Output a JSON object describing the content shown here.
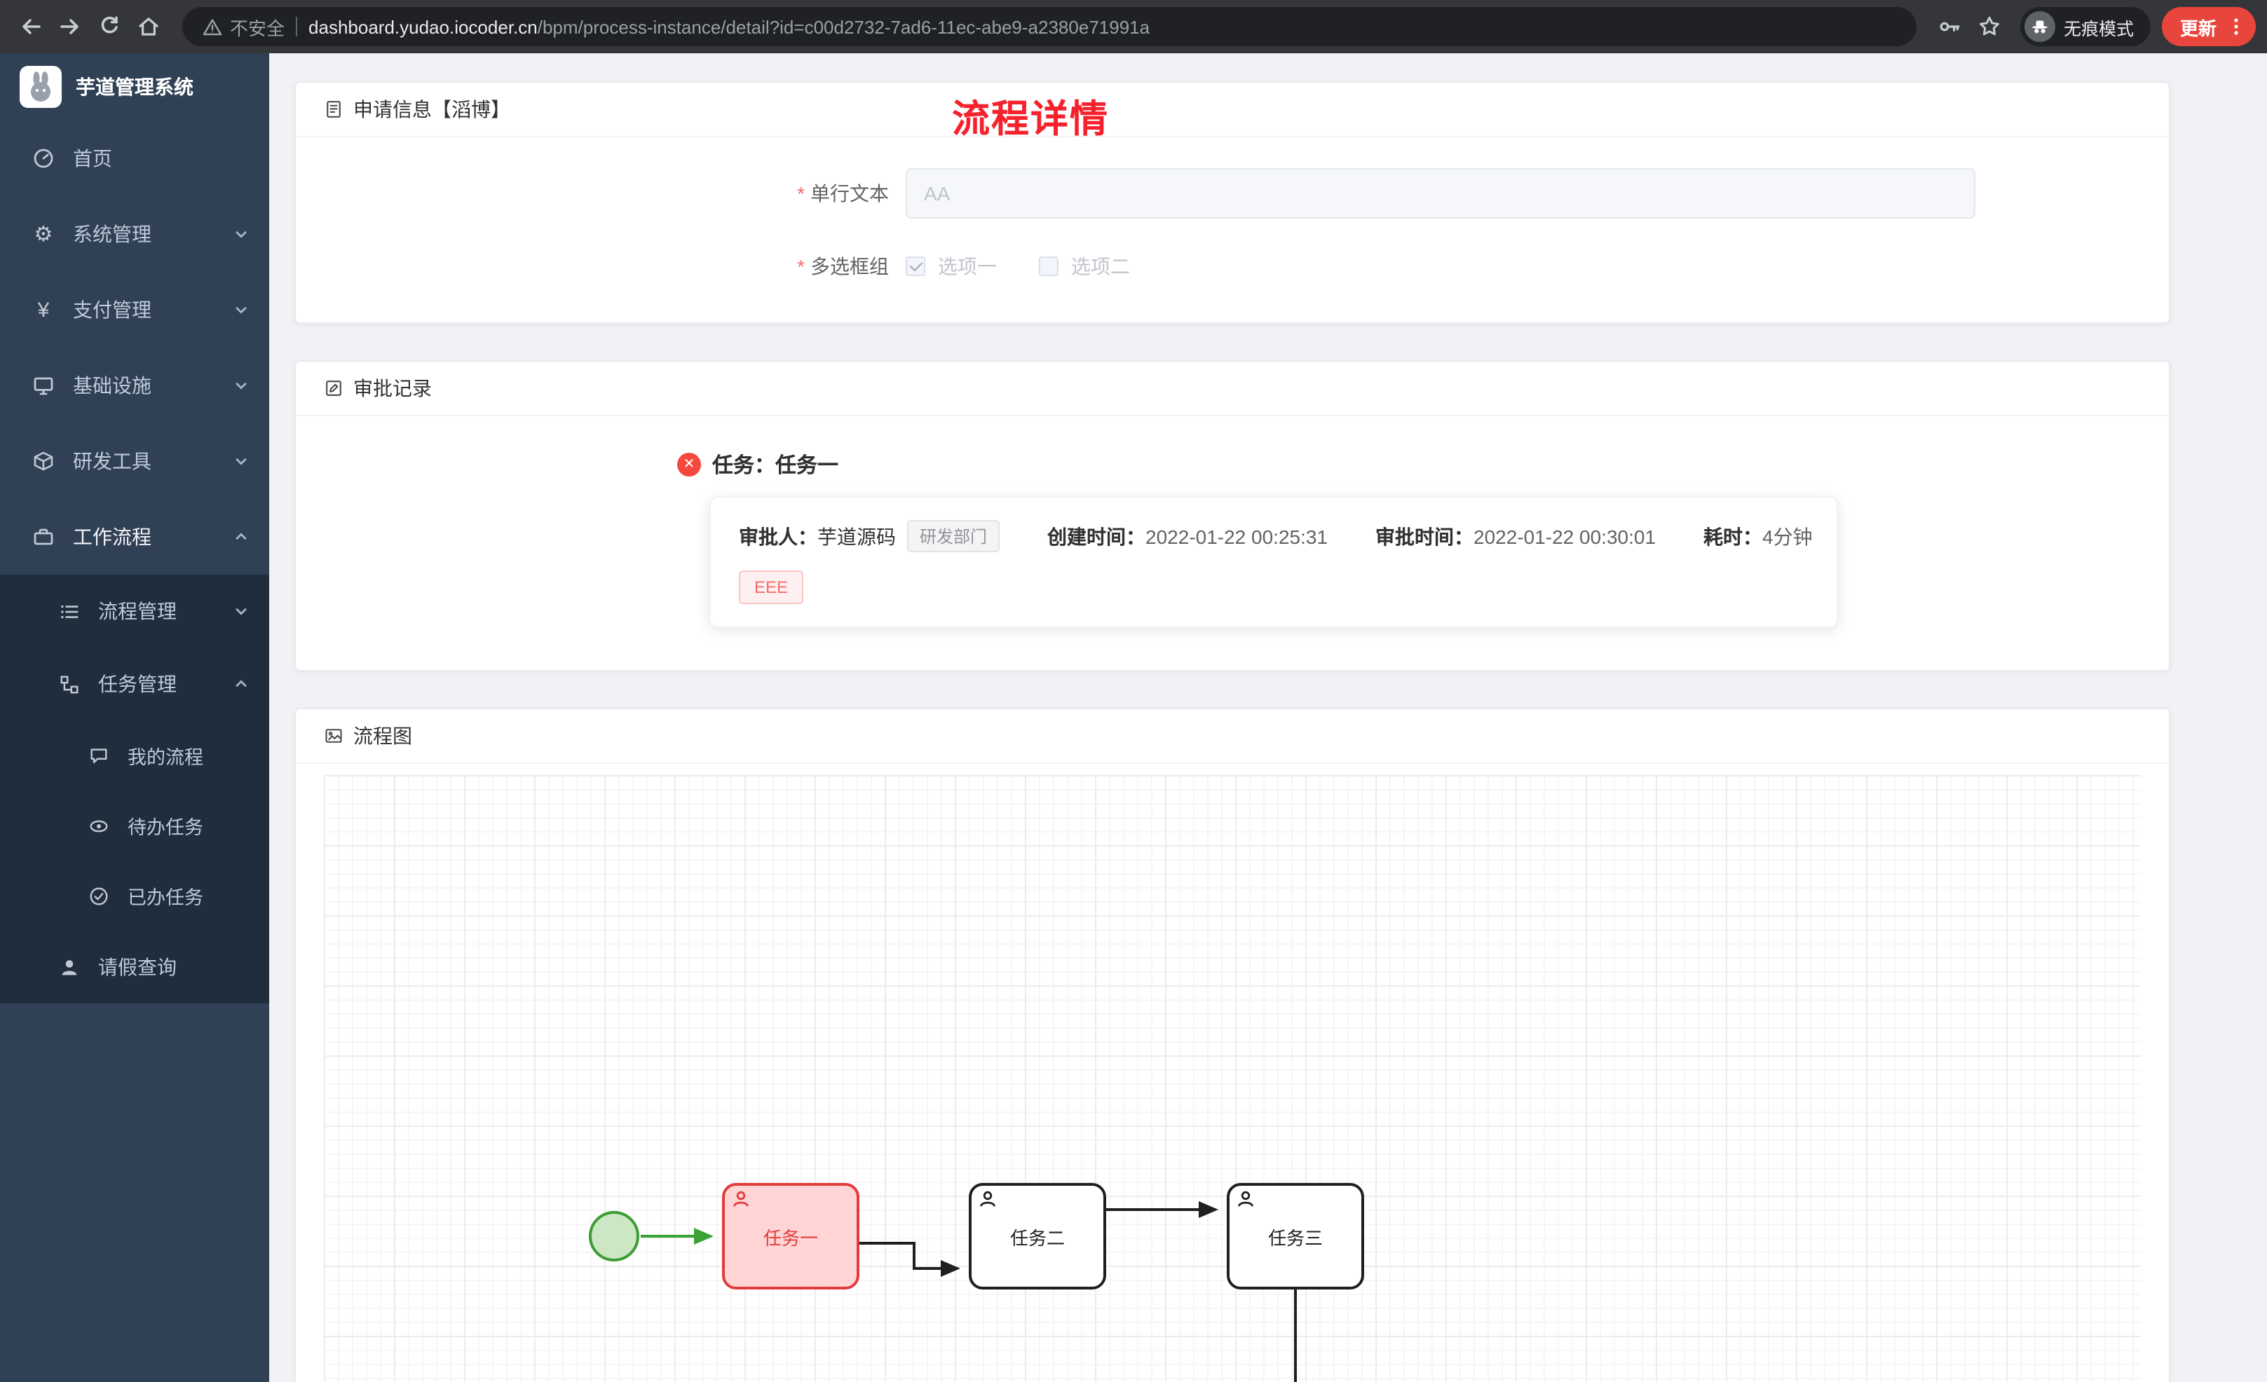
{
  "colors": {
    "title_red": "#f5222d",
    "sidebar_bg": "#304156",
    "submenu_bg": "#1f2d3d",
    "update_btn": "#e8453c"
  },
  "browser": {
    "security_label": "不安全",
    "url_domain": "dashboard.yudao.iocoder.cn",
    "url_path": "/bpm/process-instance/detail?id=c00d2732-7ad6-11ec-abe9-a2380e71991a",
    "incognito_label": "无痕模式",
    "update_label": "更新"
  },
  "sidebar": {
    "app_title": "芋道管理系统",
    "items": [
      {
        "label": "首页"
      },
      {
        "label": "系统管理"
      },
      {
        "label": "支付管理"
      },
      {
        "label": "基础设施"
      },
      {
        "label": "研发工具"
      },
      {
        "label": "工作流程"
      }
    ],
    "submenu": [
      {
        "label": "流程管理"
      },
      {
        "label": "任务管理"
      },
      {
        "label": "我的流程"
      },
      {
        "label": "待办任务"
      },
      {
        "label": "已办任务"
      },
      {
        "label": "请假查询"
      }
    ]
  },
  "page": {
    "title": "流程详情"
  },
  "apply_card": {
    "title": "申请信息【滔博】",
    "text_field": {
      "label": "单行文本",
      "value": "AA"
    },
    "checkbox_field": {
      "label": "多选框组",
      "options": [
        {
          "label": "选项一",
          "checked": true
        },
        {
          "label": "选项二",
          "checked": false
        }
      ]
    }
  },
  "approval_card": {
    "title": "审批记录",
    "task_title": "任务：任务一",
    "record": {
      "approver_label": "审批人：",
      "approver_name": "芋道源码",
      "dept_tag": "研发部门",
      "created_label": "创建时间：",
      "created_time": "2022-01-22 00:25:31",
      "approved_label": "审批时间：",
      "approved_time": "2022-01-22 00:30:01",
      "duration_label": "耗时：",
      "duration_value": "4分钟",
      "comment_tag": "EEE"
    }
  },
  "diagram_card": {
    "title": "流程图",
    "nodes": [
      {
        "label": "任务一",
        "state": "rejected"
      },
      {
        "label": "任务二",
        "state": "pending"
      },
      {
        "label": "任务三",
        "state": "pending"
      }
    ]
  }
}
